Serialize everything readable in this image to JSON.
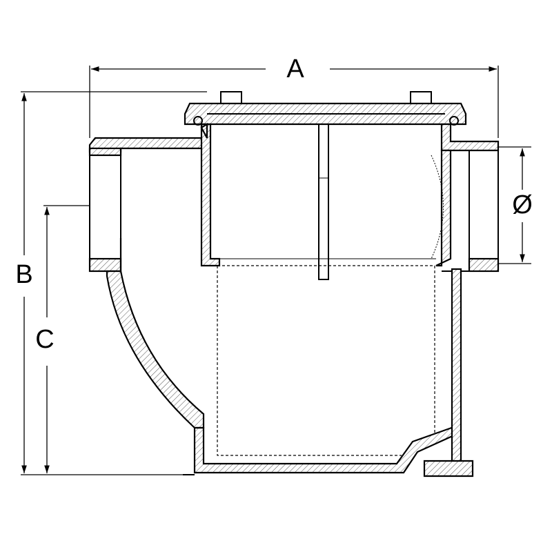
{
  "dimensions": {
    "width_label": "A",
    "height_label": "B",
    "inlet_height_label": "C",
    "diameter_label": "Ø"
  },
  "colors": {
    "line": "#000000",
    "background": "#ffffff"
  }
}
